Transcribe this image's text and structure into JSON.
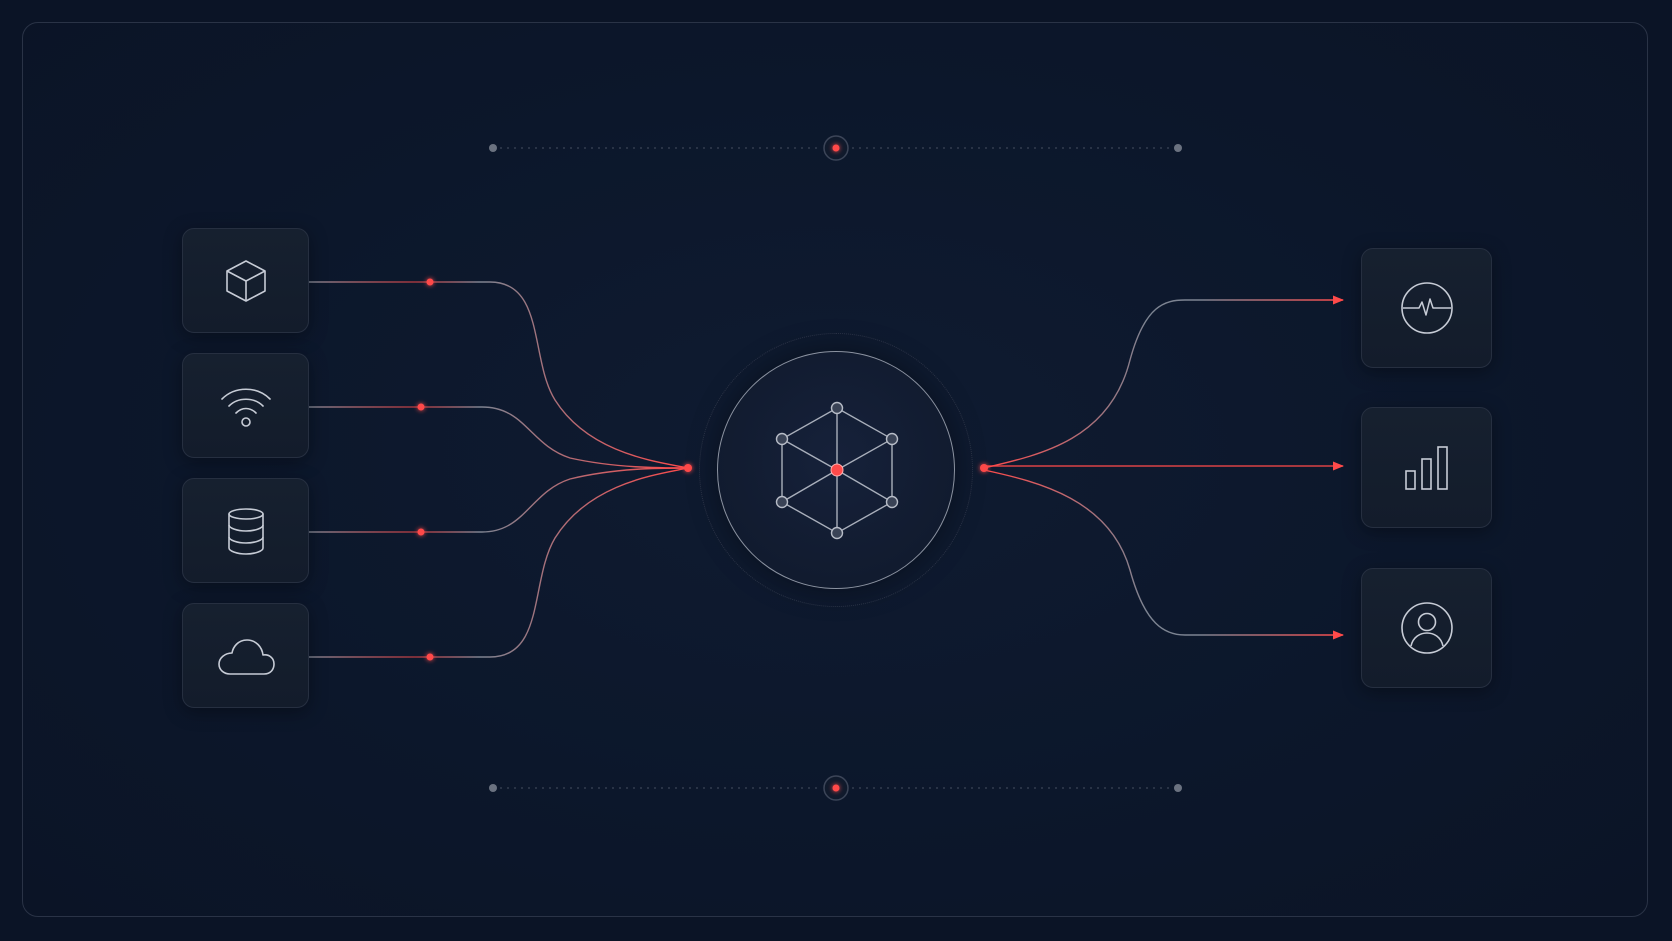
{
  "diagram": {
    "inputs": [
      {
        "id": "input-cube",
        "icon": "cube-icon"
      },
      {
        "id": "input-wifi",
        "icon": "wifi-icon"
      },
      {
        "id": "input-database",
        "icon": "database-icon"
      },
      {
        "id": "input-cloud",
        "icon": "cloud-icon"
      }
    ],
    "hub": {
      "icon": "network-node-icon"
    },
    "outputs": [
      {
        "id": "output-activity",
        "icon": "activity-pulse-icon"
      },
      {
        "id": "output-chart",
        "icon": "bar-chart-icon"
      },
      {
        "id": "output-user",
        "icon": "user-profile-icon"
      }
    ],
    "timeline_markers": [
      {
        "id": "top-timeline",
        "icon": "timeline-indicator"
      },
      {
        "id": "bottom-timeline",
        "icon": "timeline-indicator"
      }
    ]
  },
  "colors": {
    "background": "#0b1426",
    "panel": "#141d2c",
    "line": "#7d8492",
    "accent": "#ff4a4a",
    "node": "#8b92a0"
  }
}
